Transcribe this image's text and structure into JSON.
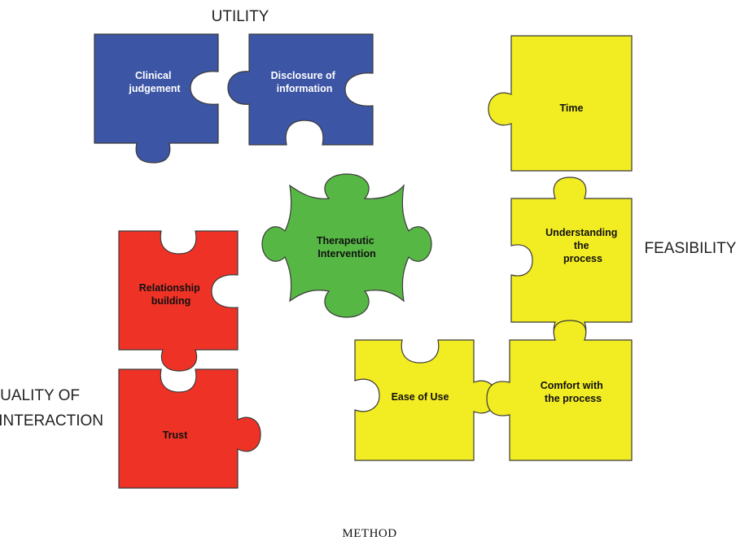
{
  "colors": {
    "utility": "#3c55a5",
    "quality": "#ef3226",
    "center": "#57b745",
    "feasibility": "#f2ec22",
    "label_light": "#ffffff",
    "label_dark": "#111111"
  },
  "groups": {
    "utility": "UTILITY",
    "feasibility": "FEASIBILITY",
    "quality_line1": "QUALITY OF",
    "quality_line2": "INTERACTION"
  },
  "pieces": {
    "clinical": [
      "Clinical",
      "judgement"
    ],
    "disclosure": [
      "Disclosure of",
      "information"
    ],
    "therapeutic": [
      "Therapeutic",
      "Intervention"
    ],
    "relationship": [
      "Relationship",
      "building"
    ],
    "trust": [
      "Trust"
    ],
    "time": [
      "Time"
    ],
    "understanding": [
      "Understanding",
      "the",
      "process"
    ],
    "ease": [
      "Ease of Use"
    ],
    "comfort": [
      "Comfort with",
      "the process"
    ]
  },
  "caption": "METHOD"
}
